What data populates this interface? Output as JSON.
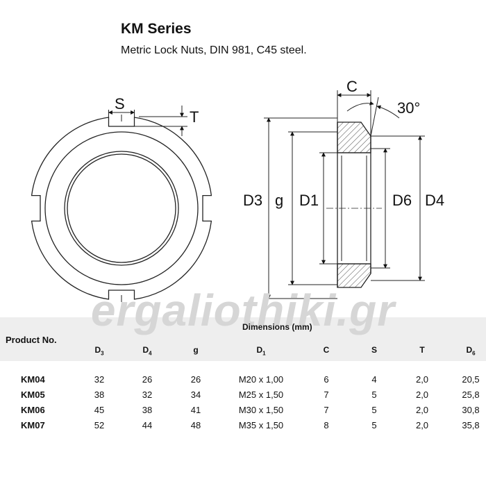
{
  "header": {
    "title": "KM Series",
    "subtitle": "Metric Lock Nuts, DIN 981, C45 steel."
  },
  "drawing": {
    "labels": {
      "S": "S",
      "T": "T",
      "C": "C",
      "angle": "30°",
      "D3": "D3",
      "g": "g",
      "D1": "D1",
      "D6": "D6",
      "D4": "D4"
    }
  },
  "watermark": "ergaliothiki.gr",
  "table": {
    "product_header": "Product No.",
    "dimensions_header": "Dimensions (mm)",
    "columns": [
      {
        "base": "D",
        "sub": "3"
      },
      {
        "base": "D",
        "sub": "4"
      },
      {
        "base": "g",
        "sub": ""
      },
      {
        "base": "D",
        "sub": "1"
      },
      {
        "base": "C",
        "sub": ""
      },
      {
        "base": "S",
        "sub": ""
      },
      {
        "base": "T",
        "sub": ""
      },
      {
        "base": "D",
        "sub": "6"
      }
    ],
    "rows": [
      {
        "product": "KM04",
        "values": [
          "32",
          "26",
          "26",
          "M20 x 1,00",
          "6",
          "4",
          "2,0",
          "20,5"
        ]
      },
      {
        "product": "KM05",
        "values": [
          "38",
          "32",
          "34",
          "M25 x 1,50",
          "7",
          "5",
          "2,0",
          "25,8"
        ]
      },
      {
        "product": "KM06",
        "values": [
          "45",
          "38",
          "41",
          "M30 x 1,50",
          "7",
          "5",
          "2,0",
          "30,8"
        ]
      },
      {
        "product": "KM07",
        "values": [
          "52",
          "44",
          "48",
          "M35 x 1,50",
          "8",
          "5",
          "2,0",
          "35,8"
        ]
      }
    ]
  }
}
